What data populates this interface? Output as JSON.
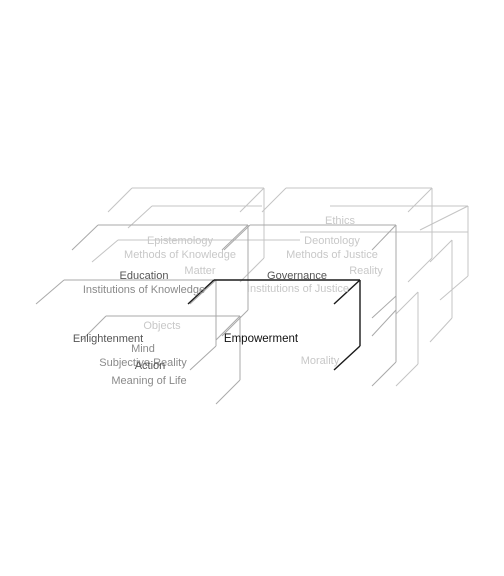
{
  "labels": {
    "epistemology": "Epistemology",
    "methods_of_knowledge": "Methods of Knowledge",
    "deontology": "Deontology",
    "methods_of_justice": "Methods of Justice",
    "ethics": "Ethics",
    "education": "Education",
    "governance": "Governance",
    "institutions_of_knowledge": "Institutions of Knowledge",
    "institutions_of_justice": "Institutions of Justice",
    "matter": "Matter",
    "reality": "Reality",
    "objects": "Objects",
    "morality": "Morality",
    "enlightenment": "Enlightenment",
    "empowerment": "Empowerment",
    "mind": "Mind",
    "subjective_reality": "Subjective Reality",
    "action": "Action",
    "meaning_of_life": "Meaning of Life"
  }
}
